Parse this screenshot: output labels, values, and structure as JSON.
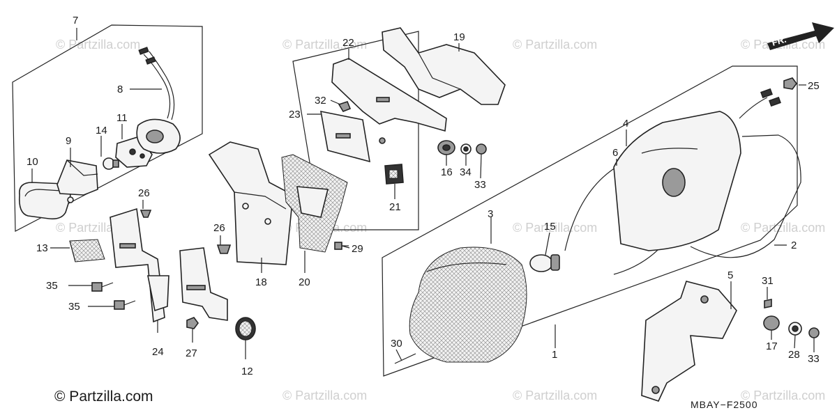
{
  "diagram": {
    "code": "MBAY−F2500",
    "direction_label": "FR.",
    "watermark_main": "© Partzilla.com",
    "watermark_tile": "© Partzilla.com",
    "callouts": {
      "c1": "1",
      "c2": "2",
      "c3": "3",
      "c4": "4",
      "c5": "5",
      "c6": "6",
      "c7": "7",
      "c8": "8",
      "c9": "9",
      "c10": "10",
      "c11": "11",
      "c12": "12",
      "c13": "13",
      "c14": "14",
      "c15": "15",
      "c16": "16",
      "c17": "17",
      "c18": "18",
      "c19": "19",
      "c20": "20",
      "c21": "21",
      "c22": "22",
      "c23": "23",
      "c24": "24",
      "c25": "25",
      "c26a": "26",
      "c26b": "26",
      "c27": "27",
      "c28": "28",
      "c29": "29",
      "c30": "30",
      "c31": "31",
      "c32": "32",
      "c33a": "33",
      "c33b": "33",
      "c34": "34",
      "c35a": "35",
      "c35b": "35"
    }
  }
}
